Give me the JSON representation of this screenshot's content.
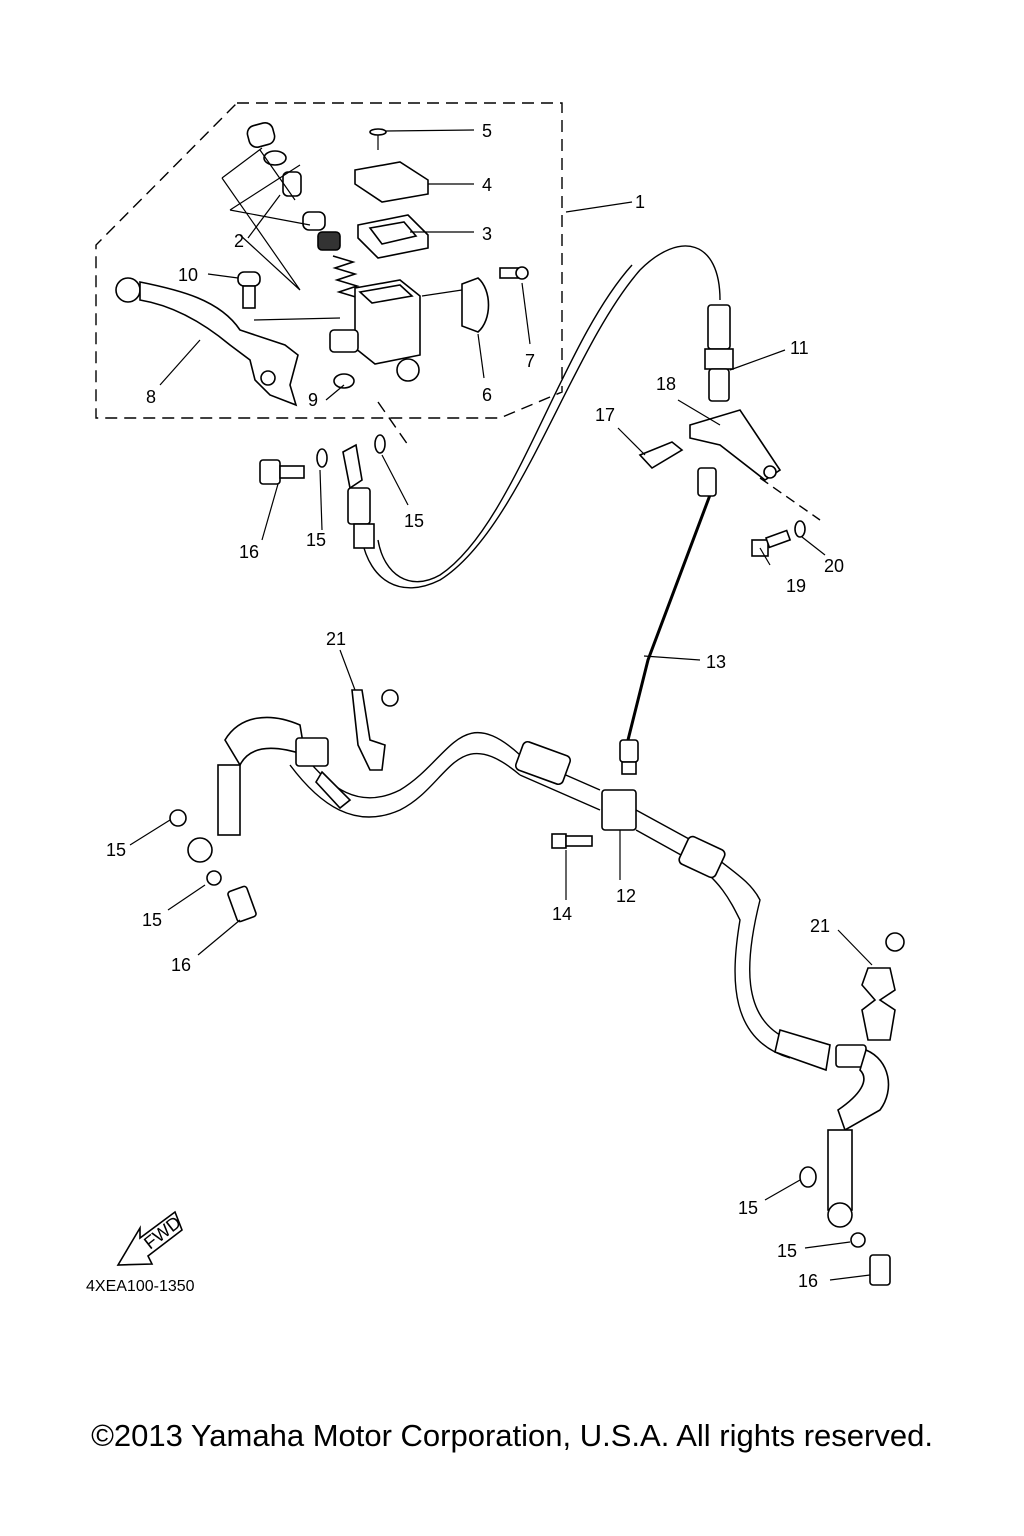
{
  "diagram": {
    "callouts": [
      "1",
      "2",
      "3",
      "4",
      "5",
      "6",
      "7",
      "8",
      "9",
      "10",
      "11",
      "12",
      "13",
      "14",
      "15",
      "16",
      "17",
      "18",
      "19",
      "20",
      "21"
    ],
    "fwd_label": "FWD",
    "drawing_code": "4XEA100-1350"
  },
  "footer": {
    "copyright": "©2013 Yamaha Motor Corporation, U.S.A. All rights reserved."
  }
}
